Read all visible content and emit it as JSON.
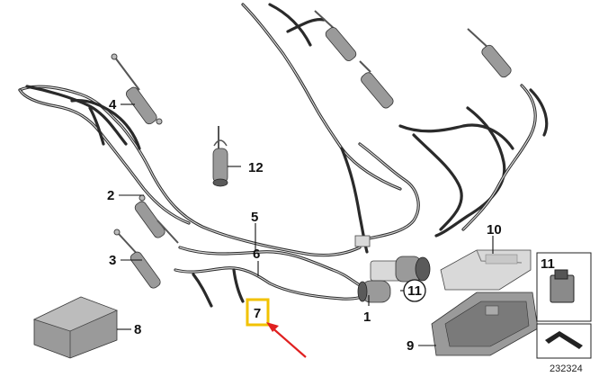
{
  "callouts": [
    {
      "id": "c1",
      "label": "1"
    },
    {
      "id": "c2",
      "label": "2"
    },
    {
      "id": "c3",
      "label": "3"
    },
    {
      "id": "c4",
      "label": "4"
    },
    {
      "id": "c5",
      "label": "5"
    },
    {
      "id": "c6",
      "label": "6"
    },
    {
      "id": "c7",
      "label": "7"
    },
    {
      "id": "c8",
      "label": "8"
    },
    {
      "id": "c9",
      "label": "9"
    },
    {
      "id": "c10",
      "label": "10"
    },
    {
      "id": "c11",
      "label": "11"
    },
    {
      "id": "c12",
      "label": "12"
    }
  ],
  "inset": {
    "label": "11"
  },
  "diagram_number": "232324",
  "colors": {
    "highlight_box": "#f2c200",
    "arrow": "#e02020",
    "part_body": "#9a9a9a",
    "wire": "#2a2a2a"
  }
}
